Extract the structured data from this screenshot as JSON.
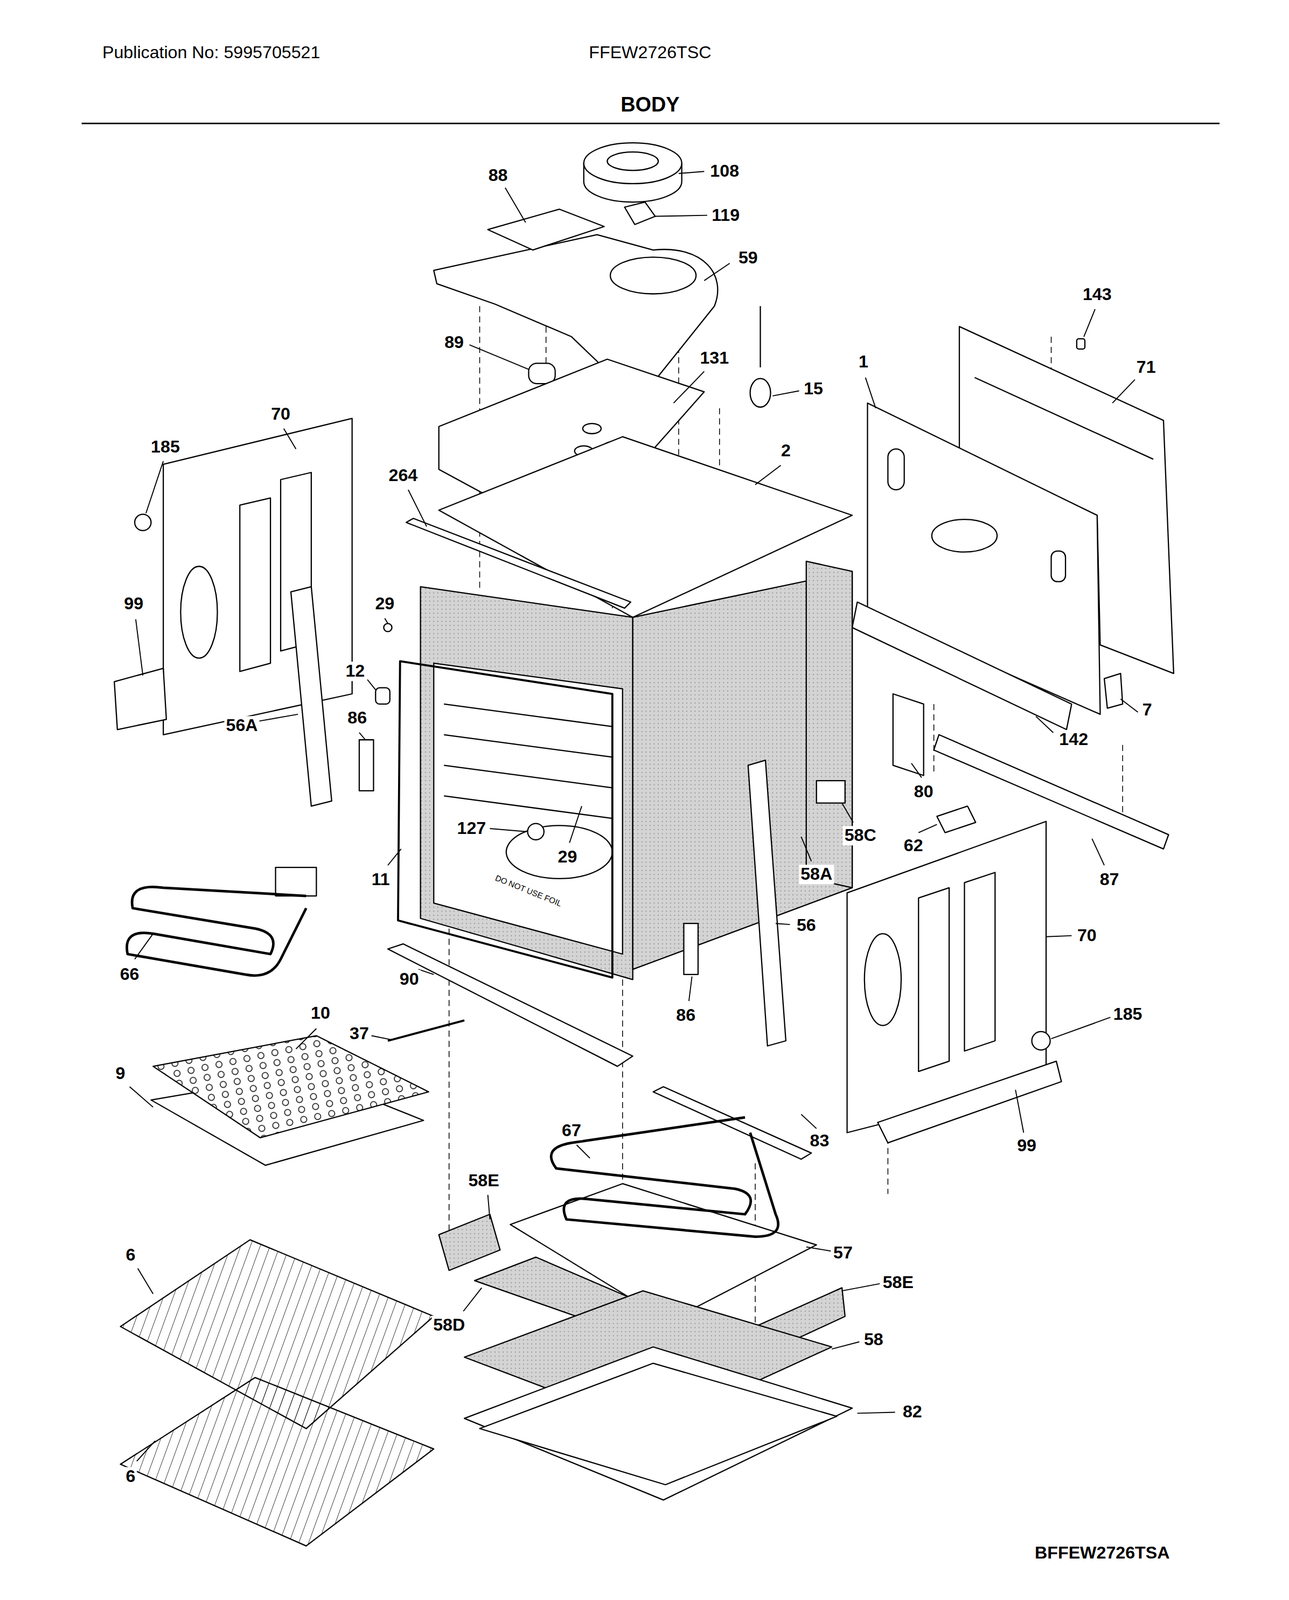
{
  "diagram": {
    "title": "BODY",
    "labels": [
      "Publication No: 5995705521",
      "FFEW2726TSC",
      "108",
      "88",
      "119",
      "59",
      "143",
      "1",
      "71",
      "89",
      "131",
      "15",
      "70",
      "185",
      "2",
      "264",
      "99",
      "29",
      "12",
      "86",
      "7",
      "56A",
      "142",
      "80",
      "127",
      "58C",
      "62",
      "29",
      "58A",
      "11",
      "87",
      "56",
      "70",
      "66",
      "90",
      "10",
      "86",
      "185",
      "37",
      "9",
      "67",
      "83",
      "99",
      "58E",
      "57",
      "6",
      "58E",
      "58D",
      "58",
      "82",
      "6",
      "DO NOT USE FOIL",
      "BFFEW2726TSA"
    ]
  }
}
